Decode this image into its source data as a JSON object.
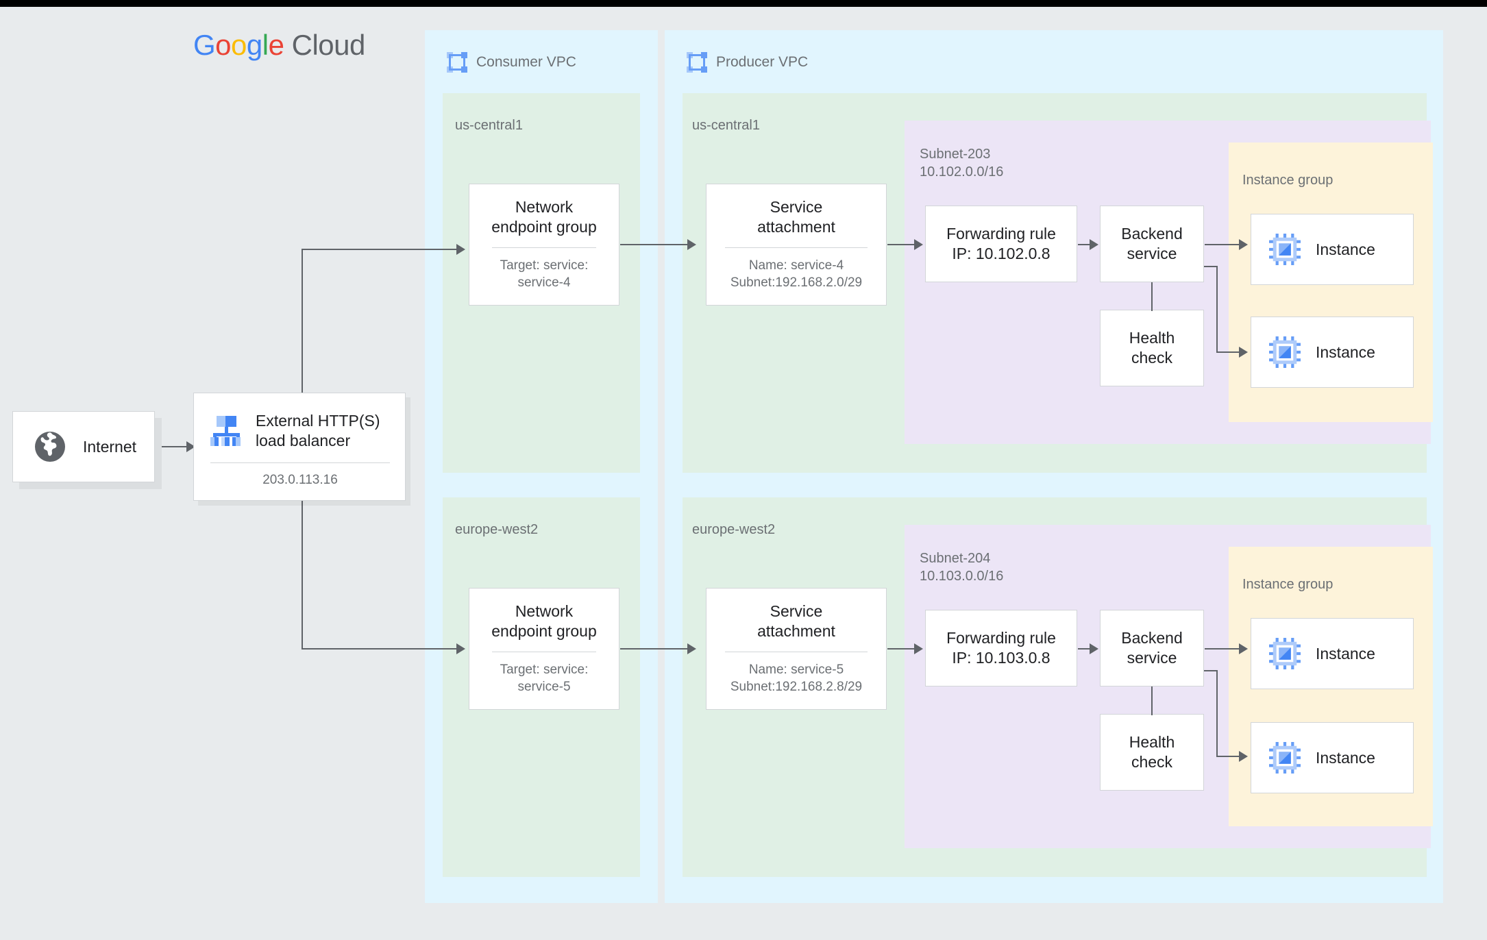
{
  "brand": {
    "logo_parts": [
      "G",
      "o",
      "o",
      "g",
      "l",
      "e"
    ],
    "logo_suffix": "Cloud"
  },
  "internet": {
    "label": "Internet",
    "icon": "globe-icon"
  },
  "load_balancer": {
    "title": "External HTTP(S)\nload balancer",
    "ip": "203.0.113.16",
    "icon": "load-balancer-icon"
  },
  "consumer_vpc": {
    "label": "Consumer VPC",
    "icon": "vpc-network-icon",
    "regions": [
      {
        "name": "us-central1",
        "neg": {
          "title": "Network\nendpoint group",
          "sub": "Target: service:\nservice-4"
        }
      },
      {
        "name": "europe-west2",
        "neg": {
          "title": "Network\nendpoint group",
          "sub": "Target: service:\nservice-5"
        }
      }
    ]
  },
  "producer_vpc": {
    "label": "Producer VPC",
    "icon": "vpc-network-icon",
    "regions": [
      {
        "name": "us-central1",
        "service_attachment": {
          "title": "Service\nattachment",
          "sub": "Name: service-4\nSubnet:192.168.2.0/29"
        },
        "subnet": {
          "name": "Subnet-203",
          "cidr": "10.102.0.0/16",
          "forwarding_rule": "Forwarding rule\nIP: 10.102.0.8",
          "backend_service": "Backend\nservice",
          "health_check": "Health\ncheck",
          "instance_group": {
            "label": "Instance group",
            "instances": [
              "Instance",
              "Instance"
            ]
          }
        }
      },
      {
        "name": "europe-west2",
        "service_attachment": {
          "title": "Service\nattachment",
          "sub": "Name: service-5\nSubnet:192.168.2.8/29"
        },
        "subnet": {
          "name": "Subnet-204",
          "cidr": "10.103.0.0/16",
          "forwarding_rule": "Forwarding rule\nIP: 10.103.0.8",
          "backend_service": "Backend\nservice",
          "health_check": "Health\ncheck",
          "instance_group": {
            "label": "Instance group",
            "instances": [
              "Instance",
              "Instance"
            ]
          }
        }
      }
    ]
  },
  "colors": {
    "page_background": "#e8ebed",
    "vpc_panel": "#e1f5fe",
    "region_panel": "#e0f0e5",
    "subnet_panel": "#ece5f6",
    "instance_group_panel": "#fdf3da",
    "node_border": "#d2d5d8",
    "connector": "#5f6368",
    "accent_blue": "#4285f4",
    "label_text": "#6b6f73",
    "body_text": "#202124"
  }
}
